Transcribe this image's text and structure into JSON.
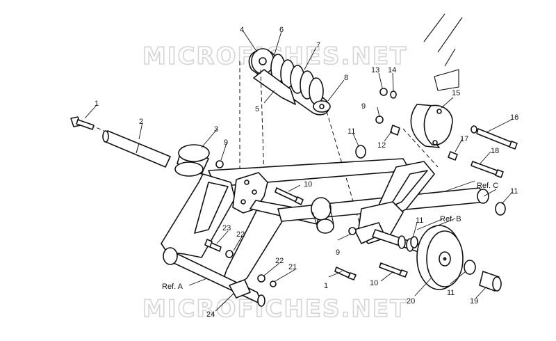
{
  "watermark": "MICROFICHES.NET",
  "callouts": [
    {
      "id": "c1a",
      "text": "1"
    },
    {
      "id": "c2",
      "text": "2"
    },
    {
      "id": "c3",
      "text": "3"
    },
    {
      "id": "c4",
      "text": "4"
    },
    {
      "id": "c5",
      "text": "5"
    },
    {
      "id": "c6",
      "text": "6"
    },
    {
      "id": "c7",
      "text": "7"
    },
    {
      "id": "c8",
      "text": "8"
    },
    {
      "id": "c9a",
      "text": "9"
    },
    {
      "id": "c9b",
      "text": "9"
    },
    {
      "id": "c9c",
      "text": "9"
    },
    {
      "id": "c10a",
      "text": "10"
    },
    {
      "id": "c10b",
      "text": "10"
    },
    {
      "id": "c11a",
      "text": "11"
    },
    {
      "id": "c11b",
      "text": "11"
    },
    {
      "id": "c11c",
      "text": "11"
    },
    {
      "id": "c11d",
      "text": "11"
    },
    {
      "id": "c12",
      "text": "12"
    },
    {
      "id": "c13",
      "text": "13"
    },
    {
      "id": "c14",
      "text": "14"
    },
    {
      "id": "c15",
      "text": "15"
    },
    {
      "id": "c16",
      "text": "16"
    },
    {
      "id": "c17",
      "text": "17"
    },
    {
      "id": "c18",
      "text": "18"
    },
    {
      "id": "c19",
      "text": "19"
    },
    {
      "id": "c20",
      "text": "20"
    },
    {
      "id": "c21",
      "text": "21"
    },
    {
      "id": "c22a",
      "text": "22"
    },
    {
      "id": "c22b",
      "text": "22"
    },
    {
      "id": "c23",
      "text": "23"
    },
    {
      "id": "c24",
      "text": "24"
    },
    {
      "id": "c1b",
      "text": "1"
    }
  ],
  "refs": [
    {
      "id": "refA",
      "text": "Ref. A"
    },
    {
      "id": "refB",
      "text": "Ref. B"
    },
    {
      "id": "refC",
      "text": "Ref. C"
    }
  ]
}
